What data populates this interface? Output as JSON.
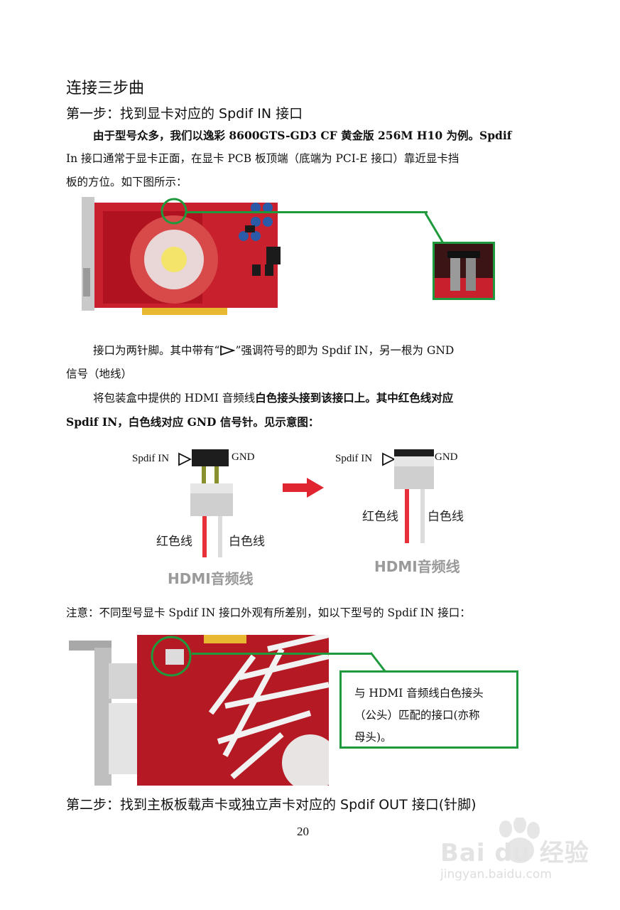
{
  "title": "连接三步曲",
  "step1": {
    "heading": "第一步：找到显卡对应的 Spdif IN 接口",
    "para1_line1": "由于型号众多，我们以逸彩 8600GTS-GD3 CF 黄金版 256M H10 为例。Spdif",
    "para1_line2": "In 接口通常于显卡正面，在显卡 PCB 板顶端（底端为 PCI-E 接口）靠近显卡挡",
    "para1_line3": "板的方位。如下图所示：",
    "para2_prefix": "接口为两针脚。其中带有“",
    "para2_suffix": "”强调符号的即为 Spdif IN，另一根为 GND",
    "para2_line2": "信号（地线）",
    "para3_normal": "将包装盒中提供的 HDMI 音频线",
    "para3_bold": "白色接头接到该接口上。其中红色线对应",
    "para3_line2": "Spdif IN，白色线对应 GND 信号针。见示意图："
  },
  "diagram": {
    "spdif_in": "Spdif IN",
    "gnd": "GND",
    "red_wire": "红色线",
    "white_wire": "白色线",
    "cable": "HDMI音频线",
    "red_color": "#e8303a",
    "white_color": "#dcdcdc",
    "pin_color": "#8a8f2e",
    "arrow_color": "#e02430"
  },
  "note": "注意：不同型号显卡 Spdif IN 接口外观有所差别，如以下型号的 Spdif IN 接口：",
  "callout": {
    "line1": "与 HDMI 音频线白色接头",
    "line2": "（公头）匹配的接口(亦称",
    "line3": "母头)。"
  },
  "step2": {
    "heading": "第二步：找到主板板载声卡或独立声卡对应的 Spdif OUT 接口(针脚)"
  },
  "page_number": "20",
  "watermark": {
    "brand": "Bai du 经验",
    "url": "jingyan.baidu.com"
  },
  "accent_green": "#1e9a3c"
}
